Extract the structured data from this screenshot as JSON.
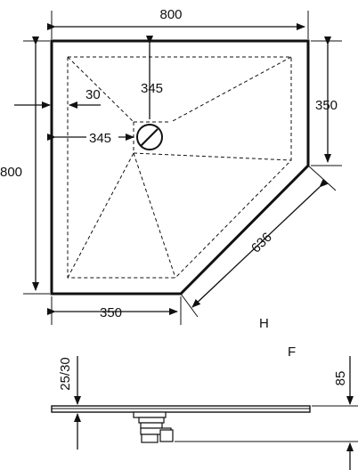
{
  "plan": {
    "width_top": "800",
    "height_left": "800",
    "side_right": "350",
    "side_bottom": "350",
    "diagonal": "636",
    "drain_from_top": "345",
    "drain_from_left": "345",
    "edge_offset": "30"
  },
  "section": {
    "tray_thickness": "25/30",
    "total_height": "85"
  },
  "labels": {
    "h": "H",
    "f": "F"
  }
}
